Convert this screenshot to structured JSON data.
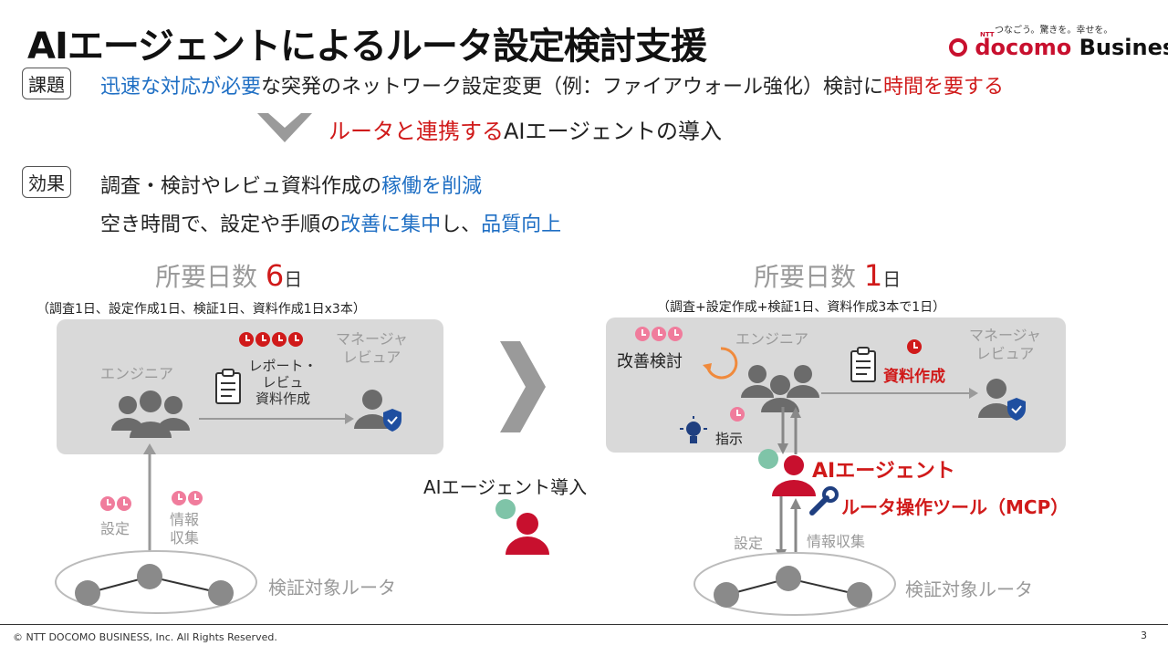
{
  "header": {
    "title": "AIエージェントによるルータ設定検討支援",
    "logo_tagline": "つなごう。驚きを。幸せを。",
    "logo_ntt": "NTT",
    "logo_docomo": "docomo",
    "logo_business": "Business"
  },
  "issue": {
    "tag": "課題",
    "t1": "迅速な対応が必要",
    "t2": "な突発のネットワーク設定変更（例：ファイアウォール強化）検討に",
    "t3": "時間を要する"
  },
  "intro": {
    "t1": "ルータと連携する",
    "t2": "AIエージェントの導入"
  },
  "effect": {
    "tag": "効果",
    "l1a": "調査・検討やレビュ資料作成の",
    "l1b": "稼働を削減",
    "l2a": "空き時間で、設定や手順の",
    "l2b": "改善に集中",
    "l2c": "し、",
    "l2d": "品質向上"
  },
  "left": {
    "days_label": "所要日数",
    "days_num": "6",
    "days_unit": "日",
    "breakdown": "（調査1日、設定作成1日、検証1日、資料作成1日x3本）",
    "engineer": "エンジニア",
    "manager_l1": "マネージャ",
    "manager_l2": "レビュア",
    "doc_l1": "レポート・",
    "doc_l2": "レビュ",
    "doc_l3": "資料作成",
    "setting": "設定",
    "info_l1": "情報",
    "info_l2": "収集",
    "router": "検証対象ルータ"
  },
  "middle": {
    "label": "AIエージェント導入"
  },
  "right": {
    "days_label": "所要日数",
    "days_num": "1",
    "days_unit": "日",
    "breakdown": "（調査+設定作成+検証1日、資料作成3本で1日）",
    "engineer": "エンジニア",
    "manager_l1": "マネージャ",
    "manager_l2": "レビュア",
    "improve": "改善検討",
    "doc": "資料作成",
    "instruct": "指示",
    "ai_agent": "AIエージェント",
    "tool": "ルータ操作ツール（MCP）",
    "setting": "設定",
    "info": "情報収集",
    "router": "検証対象ルータ"
  },
  "footer": {
    "copyright": "© NTT DOCOMO BUSINESS, Inc. All Rights Reserved.",
    "page": "3"
  },
  "colors": {
    "accent_red": "#d01a1a",
    "accent_blue": "#1f6fc4",
    "panel_gray": "#d9d9d9"
  }
}
